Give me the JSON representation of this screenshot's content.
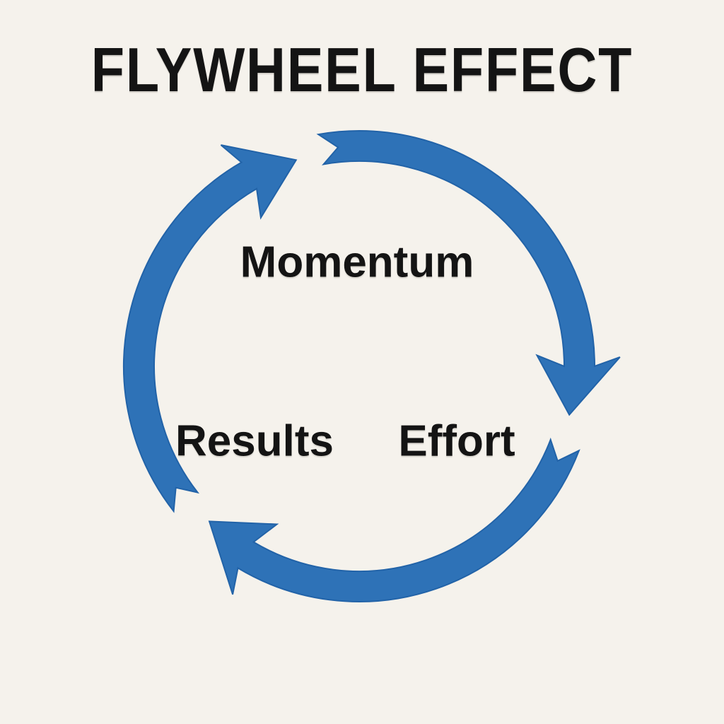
{
  "page": {
    "background": "#F5F2EC"
  },
  "title": {
    "text": "FLYWHEEL EFFECT",
    "color": "#141414"
  },
  "diagram": {
    "type": "cycle",
    "direction": "clockwise",
    "arrow_color": "#2E72B7",
    "arrow_edge_color": "#2263A8",
    "label_color": "#141414",
    "segment_count": 3,
    "nodes": [
      {
        "label": "Momentum",
        "position": "top-inside"
      },
      {
        "label": "Results",
        "position": "left-inside"
      },
      {
        "label": "Effort",
        "position": "right-inside"
      }
    ]
  }
}
